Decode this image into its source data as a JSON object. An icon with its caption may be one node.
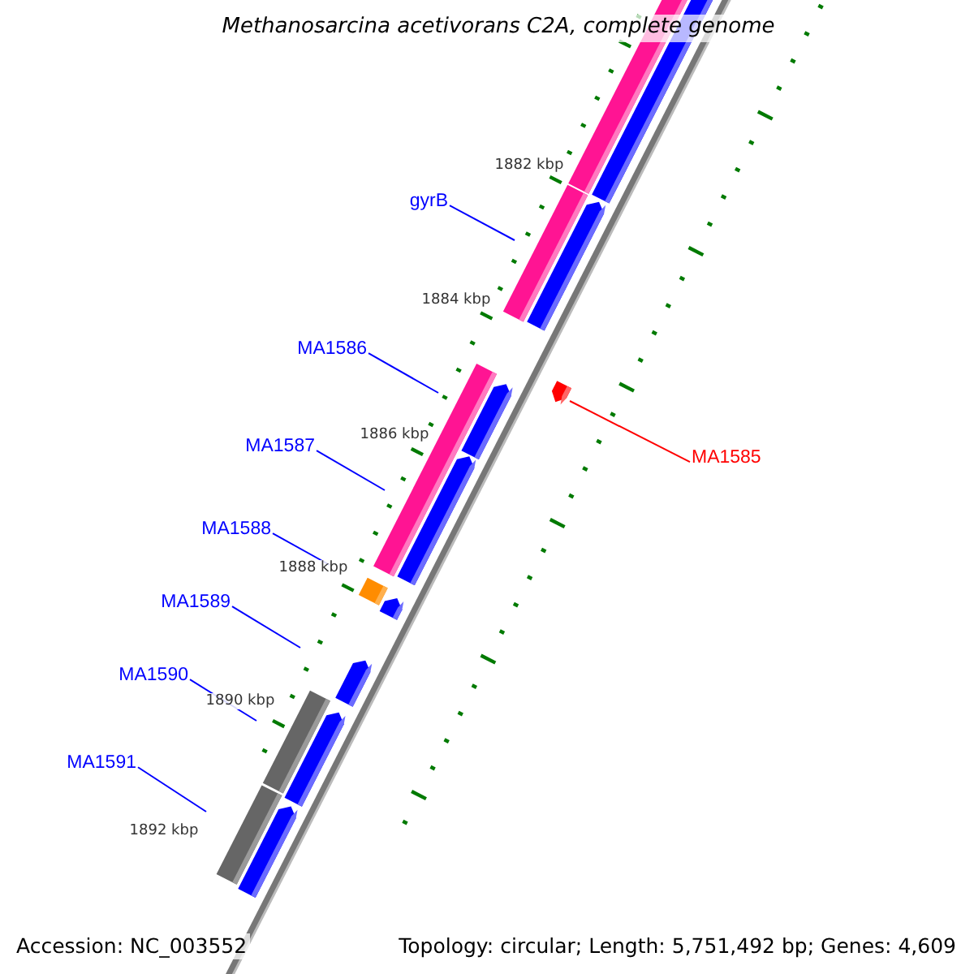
{
  "diagram": {
    "title": "Methanosarcina acetivorans C2A, complete genome",
    "nodes": [
      {
        "text": [
          "gyrB"
        ]
      },
      {
        "text": [
          "MA1586"
        ]
      },
      {
        "text": [
          "MA1587"
        ]
      },
      {
        "text": [
          "MA1588"
        ]
      },
      {
        "text": [
          "MA1589"
        ]
      },
      {
        "text": [
          "MA1590"
        ]
      },
      {
        "text": [
          "MA1591"
        ]
      },
      {
        "text": [
          "MA1585"
        ]
      },
      {
        "text": [],
        "shape": "arrow"
      },
      {
        "text": [],
        "shape": "arrow"
      },
      {
        "text": [],
        "shape": "arrow"
      },
      {
        "text": [],
        "shape": "box"
      },
      {
        "text": [],
        "shape": "arrow"
      },
      {
        "text": [],
        "shape": "arrow"
      },
      {
        "text": [],
        "shape": "arrow"
      },
      {
        "text": [],
        "shape": "arrow"
      }
    ],
    "edges": [
      {
        "from": 0,
        "to": 8,
        "arrow": "none"
      },
      {
        "from": 1,
        "to": 9,
        "arrow": "none"
      },
      {
        "from": 2,
        "to": 10,
        "arrow": "none"
      },
      {
        "from": 3,
        "to": 11,
        "arrow": "none"
      },
      {
        "from": 4,
        "to": 12,
        "arrow": "none"
      },
      {
        "from": 5,
        "to": 13,
        "arrow": "none"
      },
      {
        "from": 6,
        "to": 14,
        "arrow": "none"
      },
      {
        "from": 7,
        "to": 15,
        "arrow": "none",
        "color": "#ff0000"
      }
    ],
    "labels": [
      "1882 kbp",
      "1884 kbp",
      "1886 kbp",
      "1888 kbp",
      "1890 kbp",
      "1892 kbp",
      "Accession: NC_003552",
      "Topology: circular; Length: 5,751,492 bp; Genes: 4,609"
    ]
  }
}
